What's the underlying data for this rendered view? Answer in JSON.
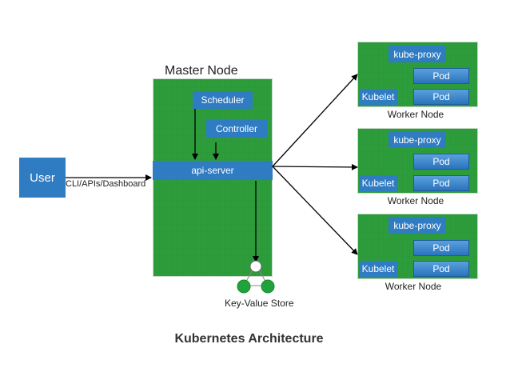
{
  "master": {
    "title": "Master Node",
    "scheduler": "Scheduler",
    "controller": "Controller",
    "api_server": "api-server"
  },
  "user": {
    "label": "User",
    "connection": "CLI/APIs/Dashboard"
  },
  "store": {
    "label": "Key-Value Store"
  },
  "workers": [
    {
      "kube_proxy": "kube-proxy",
      "pod_a": "Pod",
      "pod_b": "Pod",
      "kubelet": "Kubelet",
      "label": "Worker Node"
    },
    {
      "kube_proxy": "kube-proxy",
      "pod_a": "Pod",
      "pod_b": "Pod",
      "kubelet": "Kubelet",
      "label": "Worker Node"
    },
    {
      "kube_proxy": "kube-proxy",
      "pod_a": "Pod",
      "pod_b": "Pod",
      "kubelet": "Kubelet",
      "label": "Worker Node"
    }
  ],
  "caption": "Kubernetes Architecture",
  "colors": {
    "node_green": "#2e9e3c",
    "component_blue": "#2f7cc2",
    "store_green": "#1fa33a"
  }
}
